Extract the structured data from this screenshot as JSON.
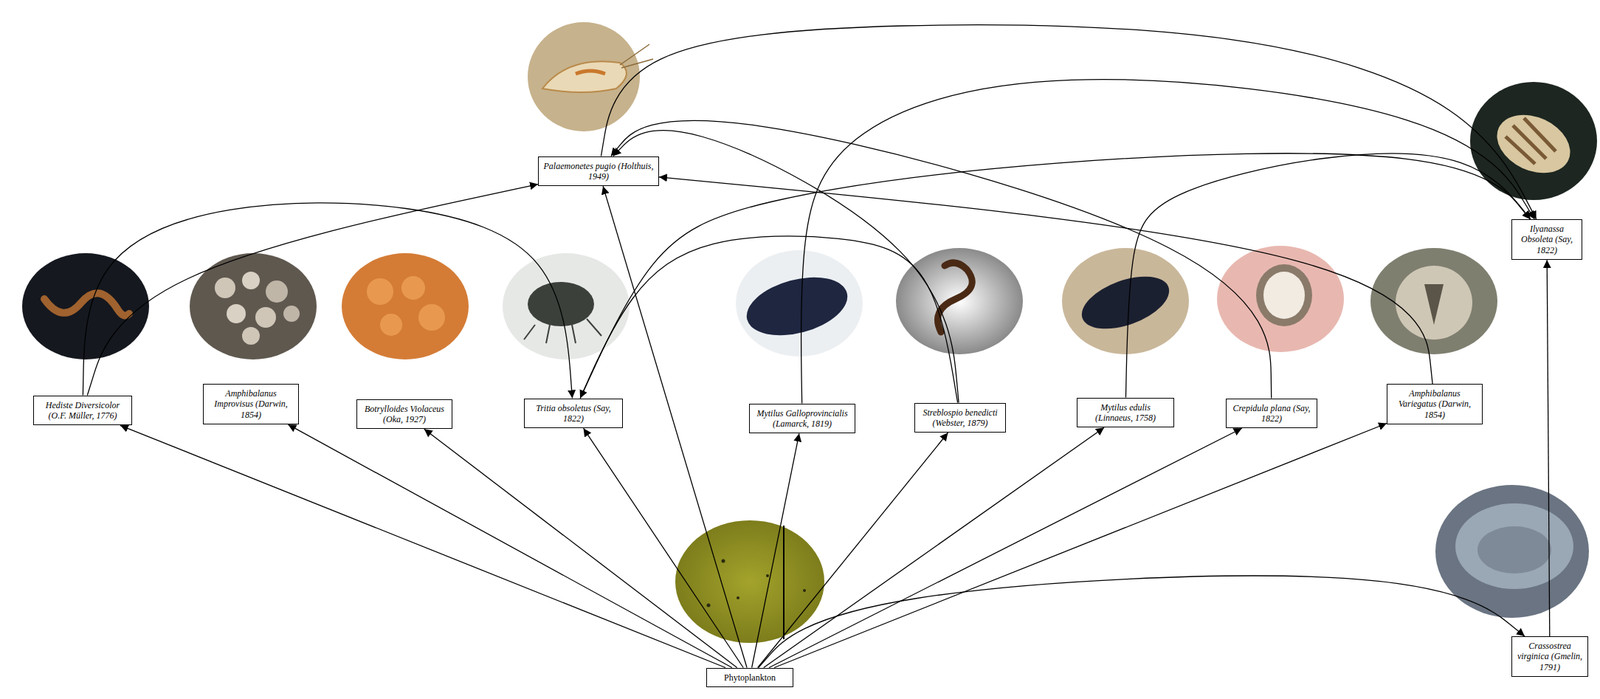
{
  "diagram": {
    "nodes": [
      {
        "text": [
          "Palaemonetes pugio (Holthuis, 1949)"
        ]
      },
      {
        "text": [
          "Ilyanassa Obsoleta (Say, 1822)"
        ]
      },
      {
        "text": [
          "Hediste Diversicolor (O.F. Müller, 1776)"
        ]
      },
      {
        "text": [
          "Amphibalanus Improvisus (Darwin, 1854)"
        ]
      },
      {
        "text": [
          "Botrylloides Violaceus (Oka, 1927)"
        ]
      },
      {
        "text": [
          "Tritia obsoletus (Say, 1822)"
        ]
      },
      {
        "text": [
          "Mytilus Galloprovincialis (Lamarck, 1819)"
        ]
      },
      {
        "text": [
          "Streblospio benedicti (Webster, 1879)"
        ]
      },
      {
        "text": [
          "Mytilus edulis (Linnaeus, 1758)"
        ]
      },
      {
        "text": [
          "Crepidula plana (Say, 1822)"
        ]
      },
      {
        "text": [
          "Amphibalanus Variegatus (Darwin, 1854)"
        ]
      },
      {
        "text": [
          "Crassostrea virginica (Gmelin, 1791)"
        ]
      },
      {
        "text": [
          "Phytoplankton"
        ]
      }
    ],
    "edges": [
      {
        "from": 12,
        "to": 2,
        "arrow": "to"
      },
      {
        "from": 12,
        "to": 3,
        "arrow": "to"
      },
      {
        "from": 12,
        "to": 4,
        "arrow": "to"
      },
      {
        "from": 12,
        "to": 5,
        "arrow": "to"
      },
      {
        "from": 12,
        "to": 0,
        "arrow": "to"
      },
      {
        "from": 12,
        "to": 6,
        "arrow": "to"
      },
      {
        "from": 12,
        "to": 7,
        "arrow": "to"
      },
      {
        "from": 12,
        "to": 8,
        "arrow": "to"
      },
      {
        "from": 12,
        "to": 9,
        "arrow": "to"
      },
      {
        "from": 12,
        "to": 10,
        "arrow": "to"
      },
      {
        "from": 12,
        "to": 11,
        "arrow": "to"
      },
      {
        "from": 11,
        "to": 1,
        "arrow": "to"
      },
      {
        "from": 2,
        "to": 0,
        "arrow": "to"
      },
      {
        "from": 2,
        "to": 5,
        "arrow": "to"
      },
      {
        "from": 7,
        "to": 5,
        "arrow": "to"
      },
      {
        "from": 5,
        "to": 1,
        "arrow": "to"
      },
      {
        "from": 0,
        "to": 1,
        "arrow": "to"
      },
      {
        "from": 6,
        "to": 1,
        "arrow": "to"
      },
      {
        "from": 8,
        "to": 1,
        "arrow": "to"
      },
      {
        "from": 7,
        "to": 0,
        "arrow": "to"
      },
      {
        "from": 9,
        "to": 0,
        "arrow": "to"
      },
      {
        "from": 10,
        "to": 0,
        "arrow": "to"
      }
    ]
  }
}
